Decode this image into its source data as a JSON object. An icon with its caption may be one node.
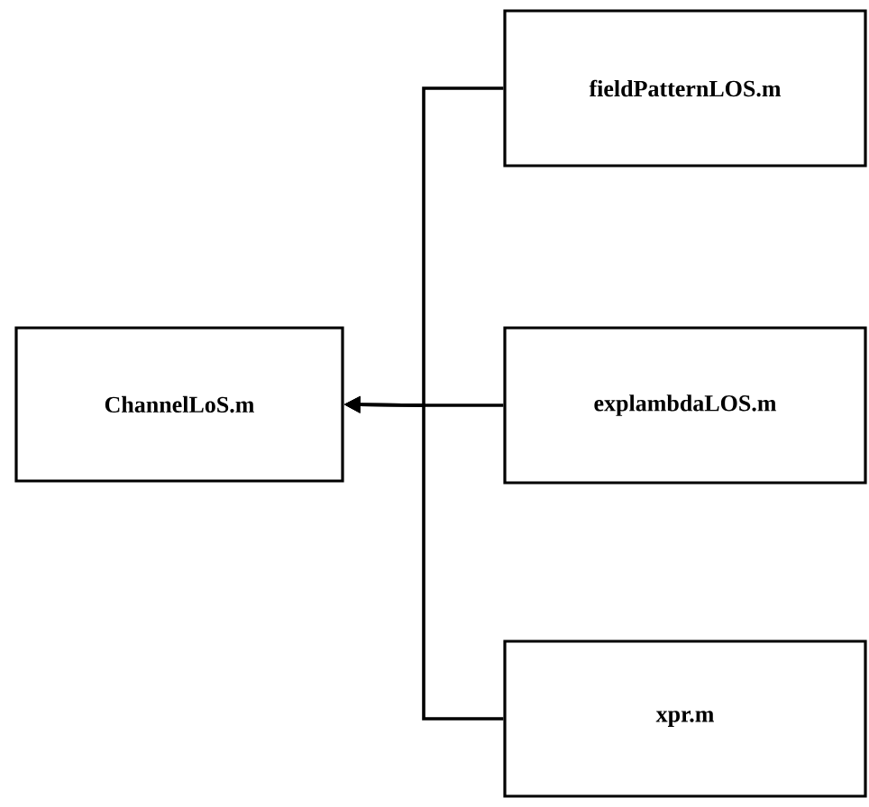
{
  "diagram": {
    "nodes": [
      {
        "text": [
          "ChannelLoS.m"
        ]
      },
      {
        "text": [
          "fieldPatternLOS.m"
        ]
      },
      {
        "text": [
          "explambdaLOS.m"
        ]
      },
      {
        "text": [
          "xpr.m"
        ]
      }
    ],
    "edges": [
      {
        "from": 1,
        "to": 0,
        "arrow": "to"
      },
      {
        "from": 2,
        "to": 0,
        "arrow": "to"
      },
      {
        "from": 3,
        "to": 0,
        "arrow": "to"
      }
    ]
  }
}
